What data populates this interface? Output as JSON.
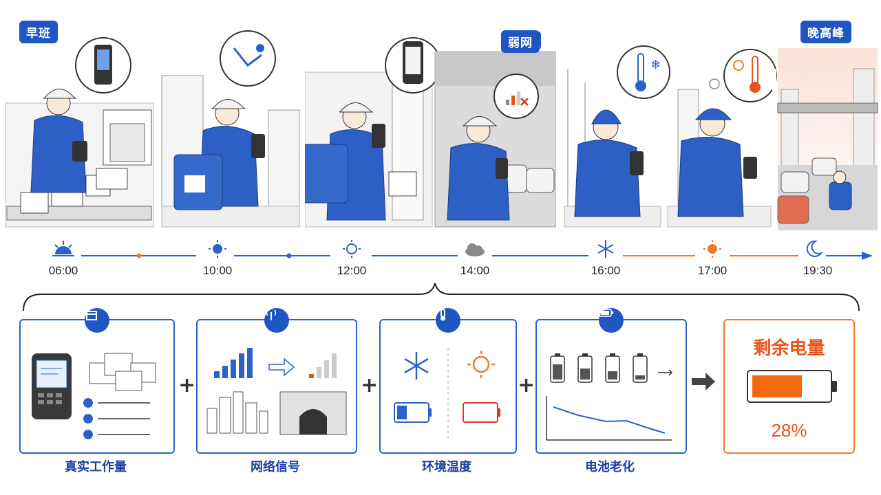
{
  "badges": {
    "morning": "早班",
    "weak_network": "弱网",
    "rush_hour": "晚高峰"
  },
  "timeline": {
    "times": [
      "06:00",
      "10:00",
      "12:00",
      "14:00",
      "16:00",
      "17:00",
      "19:30"
    ],
    "icons": [
      "sunrise-icon",
      "sun-icon",
      "sun-icon",
      "cloud-icon",
      "snowflake-icon",
      "sun-icon",
      "moon-icon"
    ]
  },
  "factors": [
    {
      "label": "真实工作量",
      "icon": "package-icon"
    },
    {
      "label": "网络信号",
      "icon": "antenna-icon"
    },
    {
      "label": "环境温度",
      "icon": "thermometer-icon"
    },
    {
      "label": "电池老化",
      "icon": "battery-icon"
    }
  ],
  "result": {
    "title": "剩余电量",
    "percent": "28%",
    "level": 0.28
  },
  "colors": {
    "primary": "#1f56c2",
    "accent": "#f07a2a",
    "alert": "#e8541a",
    "line": "#2a62c9"
  }
}
